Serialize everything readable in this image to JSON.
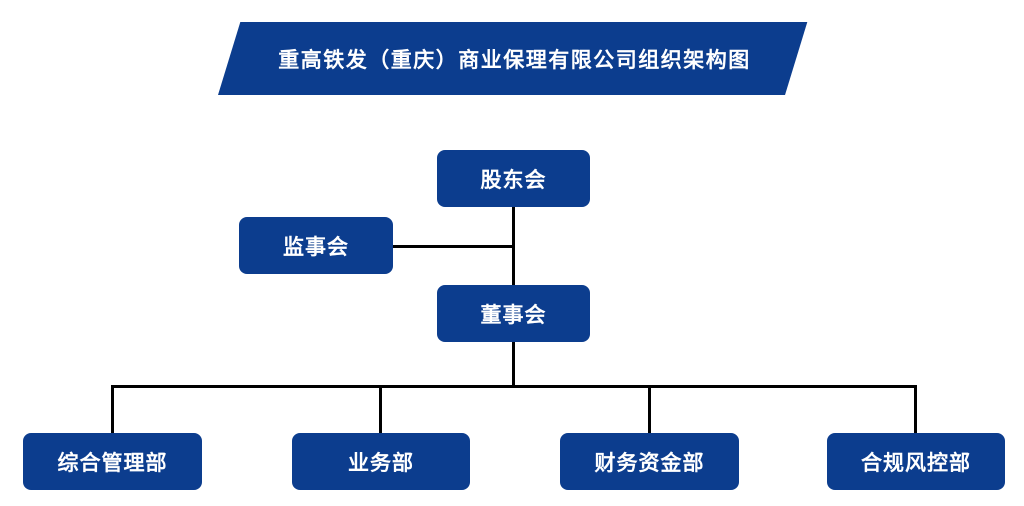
{
  "diagram": {
    "type": "org-chart",
    "title": "重高铁发（重庆）商业保理有限公司组织架构图",
    "nodes": {
      "shareholders": {
        "label": "股东会"
      },
      "supervisory": {
        "label": "监事会"
      },
      "board": {
        "label": "董事会"
      },
      "dept_general": {
        "label": "综合管理部"
      },
      "dept_business": {
        "label": "业务部"
      },
      "dept_finance": {
        "label": "财务资金部"
      },
      "dept_compliance": {
        "label": "合规风控部"
      }
    },
    "edges": [
      {
        "from": "股东会",
        "to": "董事会"
      },
      {
        "from": "股东会",
        "to": "监事会"
      },
      {
        "from": "董事会",
        "to": "综合管理部"
      },
      {
        "from": "董事会",
        "to": "业务部"
      },
      {
        "from": "董事会",
        "to": "财务资金部"
      },
      {
        "from": "董事会",
        "to": "合规风控部"
      }
    ],
    "colors": {
      "node_fill": "#0c3d8e",
      "node_text": "#ffffff",
      "connector": "#000000",
      "background": "#ffffff"
    }
  }
}
